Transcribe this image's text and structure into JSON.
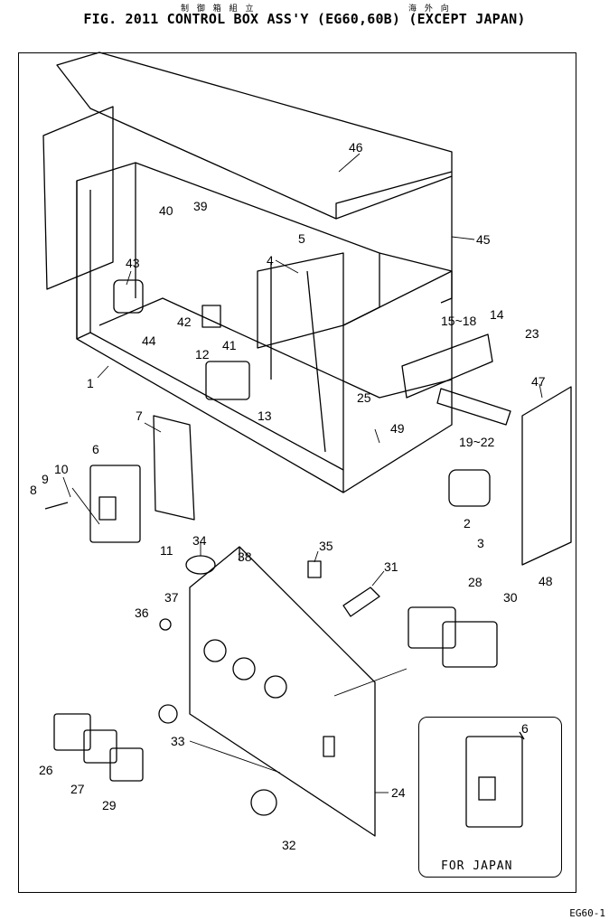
{
  "header": {
    "japanese_left": "制 御 箱 組 立",
    "japanese_right": "海 外 向",
    "title": "FIG. 2011  CONTROL BOX ASS'Y (EG60,60B) (EXCEPT JAPAN)"
  },
  "inset": {
    "caption": "FOR JAPAN",
    "part_label": "6"
  },
  "page_id": "EG60-1",
  "callouts": [
    {
      "key": "c46",
      "text": "46"
    },
    {
      "key": "c40",
      "text": "40"
    },
    {
      "key": "c39",
      "text": "39"
    },
    {
      "key": "c5",
      "text": "5"
    },
    {
      "key": "c45",
      "text": "45"
    },
    {
      "key": "c4",
      "text": "4"
    },
    {
      "key": "c43",
      "text": "43"
    },
    {
      "key": "c42",
      "text": "42"
    },
    {
      "key": "c44",
      "text": "44"
    },
    {
      "key": "c41",
      "text": "41"
    },
    {
      "key": "c15_18",
      "text": "15~18"
    },
    {
      "key": "c14",
      "text": "14"
    },
    {
      "key": "c23",
      "text": "23"
    },
    {
      "key": "c12",
      "text": "12"
    },
    {
      "key": "c1",
      "text": "1"
    },
    {
      "key": "c47",
      "text": "47"
    },
    {
      "key": "c13",
      "text": "13"
    },
    {
      "key": "c25",
      "text": "25"
    },
    {
      "key": "c7",
      "text": "7"
    },
    {
      "key": "c49",
      "text": "49"
    },
    {
      "key": "c19_22",
      "text": "19~22"
    },
    {
      "key": "c6",
      "text": "6"
    },
    {
      "key": "c10",
      "text": "10"
    },
    {
      "key": "c9",
      "text": "9"
    },
    {
      "key": "c8",
      "text": "8"
    },
    {
      "key": "c2",
      "text": "2"
    },
    {
      "key": "c3",
      "text": "3"
    },
    {
      "key": "c11",
      "text": "11"
    },
    {
      "key": "c34",
      "text": "34"
    },
    {
      "key": "c35",
      "text": "35"
    },
    {
      "key": "c38",
      "text": "38"
    },
    {
      "key": "c48",
      "text": "48"
    },
    {
      "key": "c31",
      "text": "31"
    },
    {
      "key": "c37",
      "text": "37"
    },
    {
      "key": "c36",
      "text": "36"
    },
    {
      "key": "c28",
      "text": "28"
    },
    {
      "key": "c30",
      "text": "30"
    },
    {
      "key": "c33",
      "text": "33"
    },
    {
      "key": "c26",
      "text": "26"
    },
    {
      "key": "c27",
      "text": "27"
    },
    {
      "key": "c29",
      "text": "29"
    },
    {
      "key": "c24",
      "text": "24"
    },
    {
      "key": "c32",
      "text": "32"
    }
  ]
}
